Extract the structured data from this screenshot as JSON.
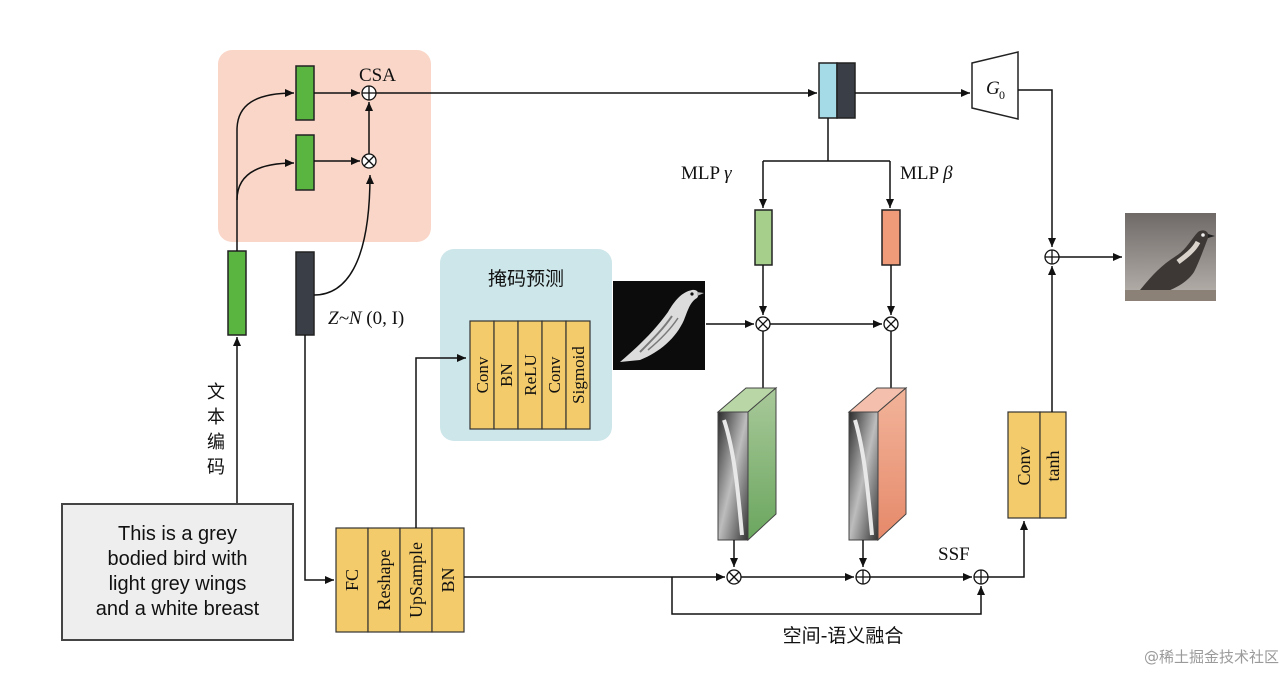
{
  "csa_label": "CSA",
  "noise_label_z": "Z",
  "noise_label_tilde_n": "~N",
  "noise_label_args": " (0, I)",
  "text_encoding_label": "文本编码",
  "text_encoding_chars": [
    "文",
    "本",
    "编",
    "码"
  ],
  "input_text": {
    "lines": [
      "This is a grey",
      "bodied bird with",
      "light grey wings",
      "and a white breast"
    ]
  },
  "mask_prediction": {
    "title": "掩码预测",
    "layers": [
      "Conv",
      "BN",
      "ReLU",
      "Conv",
      "Sigmoid"
    ]
  },
  "fc_block": {
    "layers": [
      "FC",
      "Reshape",
      "UpSample",
      "BN"
    ]
  },
  "mlp_gamma_label": "MLP",
  "mlp_gamma_symbol": "γ",
  "mlp_beta_label": "MLP",
  "mlp_beta_symbol": "β",
  "generator_label": "G",
  "generator_subscript": "0",
  "ssf_label": "SSF",
  "fusion_label": "空间-语义融合",
  "output_block": {
    "layers": [
      "Conv",
      "tanh"
    ]
  },
  "watermark": "@稀土掘金技术社区",
  "colors": {
    "csa_bg": "#f9d6c8",
    "mask_bg": "#cde6ea",
    "green": "#5ab540",
    "dark": "#3a3f47",
    "yellow": "#f3cb6a",
    "mlp_green": "#a6cf8c",
    "mlp_orange": "#ef9a78",
    "cyan": "#a5dbe6",
    "text_box_bg": "#eeeeee"
  }
}
